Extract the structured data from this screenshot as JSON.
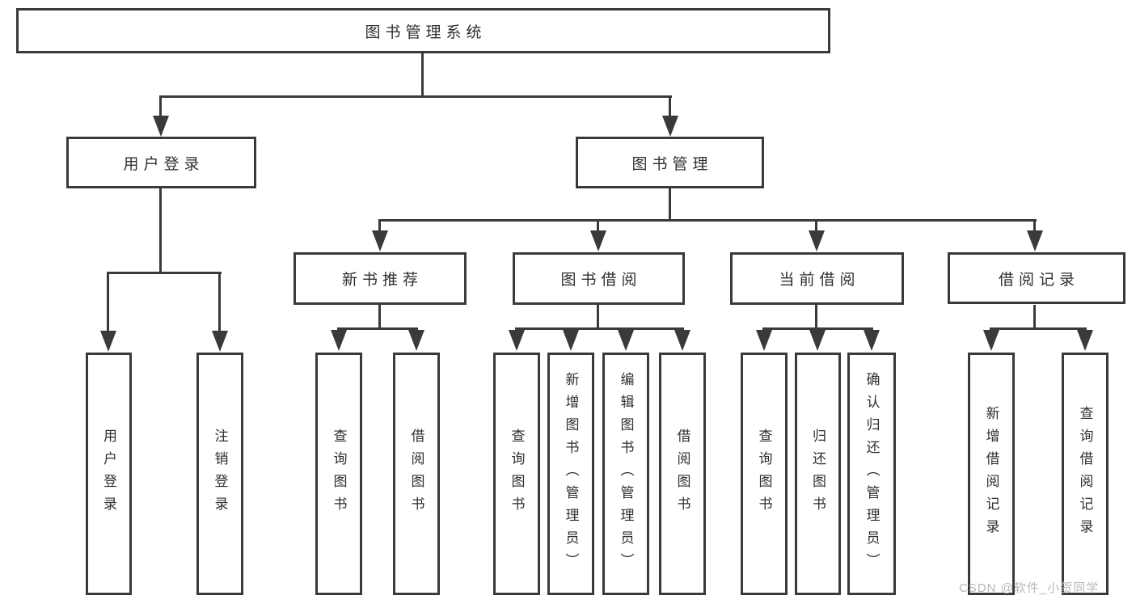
{
  "diagram": {
    "title": "图书管理系统",
    "watermark": "CSDN @软件_小贺同学",
    "colors": {
      "line": "#3a3a3a",
      "text": "#2f2f2f",
      "watermark": "#b4b9be",
      "background": "#ffffff"
    }
  },
  "nodes": {
    "root": {
      "label": "图书管理系统"
    },
    "user_login": {
      "label": "用户登录"
    },
    "book_mgmt": {
      "label": "图书管理"
    },
    "new_book_rec": {
      "label": "新书推荐"
    },
    "book_borrow": {
      "label": "图书借阅"
    },
    "current_borrow": {
      "label": "当前借阅"
    },
    "borrow_records": {
      "label": "借阅记录"
    },
    "user_login_v": {
      "label": "用户登录"
    },
    "logout": {
      "label": "注销登录"
    },
    "query_book_1": {
      "label": "查询图书"
    },
    "borrow_book_1": {
      "label": "借阅图书"
    },
    "query_book_2": {
      "label": "查询图书"
    },
    "add_book_admin": {
      "label": "新增图书（管理员）"
    },
    "edit_book_admin": {
      "label": "编辑图书（管理员）"
    },
    "borrow_book_2": {
      "label": "借阅图书"
    },
    "query_book_3": {
      "label": "查询图书"
    },
    "return_book": {
      "label": "归还图书"
    },
    "confirm_return_admin": {
      "label": "确认归还（管理员）"
    },
    "add_borrow_record": {
      "label": "新增借阅记录"
    },
    "query_borrow_record": {
      "label": "查询借阅记录"
    }
  },
  "hierarchy": {
    "图书管理系统": [
      "用户登录",
      "图书管理"
    ],
    "用户登录": [
      "用户登录",
      "注销登录"
    ],
    "图书管理": [
      "新书推荐",
      "图书借阅",
      "当前借阅",
      "借阅记录"
    ],
    "新书推荐": [
      "查询图书",
      "借阅图书"
    ],
    "图书借阅": [
      "查询图书",
      "新增图书（管理员）",
      "编辑图书（管理员）",
      "借阅图书"
    ],
    "当前借阅": [
      "查询图书",
      "归还图书",
      "确认归还（管理员）"
    ],
    "借阅记录": [
      "新增借阅记录",
      "查询借阅记录"
    ]
  }
}
